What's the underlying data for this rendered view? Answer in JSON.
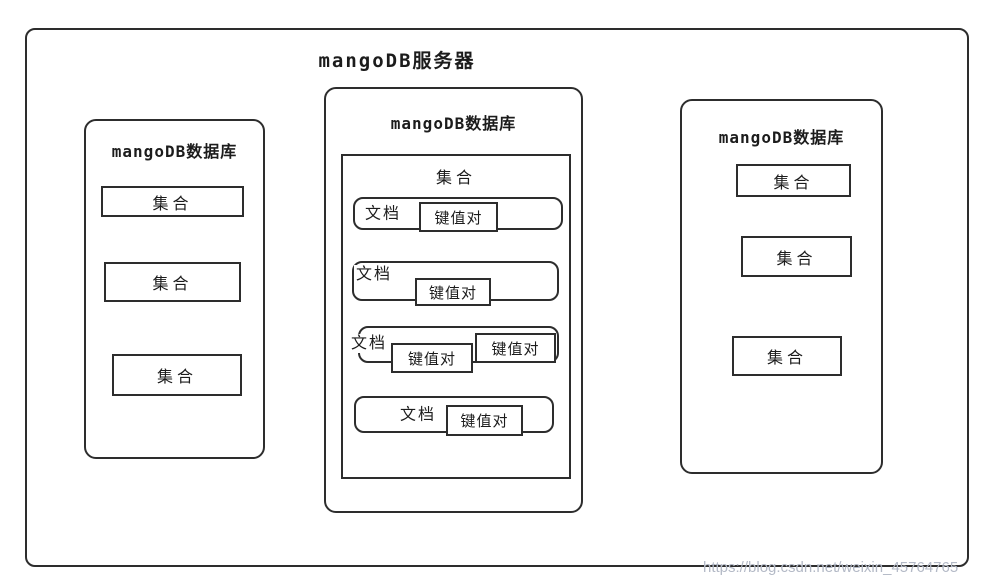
{
  "server": {
    "title": "mangoDB服务器"
  },
  "left_db": {
    "title": "mangoDB数据库",
    "collections": [
      "集合",
      "集合",
      "集合"
    ]
  },
  "middle_db": {
    "title": "mangoDB数据库",
    "collection_title": "集合",
    "documents": [
      {
        "label": "文档",
        "kv": [
          "键值对"
        ]
      },
      {
        "label": "文档",
        "kv": [
          "键值对"
        ]
      },
      {
        "label": "文档",
        "kv": [
          "键值对",
          "键值对"
        ]
      },
      {
        "label": "文档",
        "kv": [
          "键值对"
        ]
      }
    ]
  },
  "right_db": {
    "title": "mangoDB数据库",
    "collections": [
      "集合",
      "集合",
      "集合"
    ]
  },
  "watermark": {
    "text": "https://blog.csdn.net/weixin_45764765",
    "color": "#b3b9c6"
  },
  "colors": {
    "line": "#2d2d2d",
    "text": "#1c1c1c",
    "background": "#ffffff"
  }
}
